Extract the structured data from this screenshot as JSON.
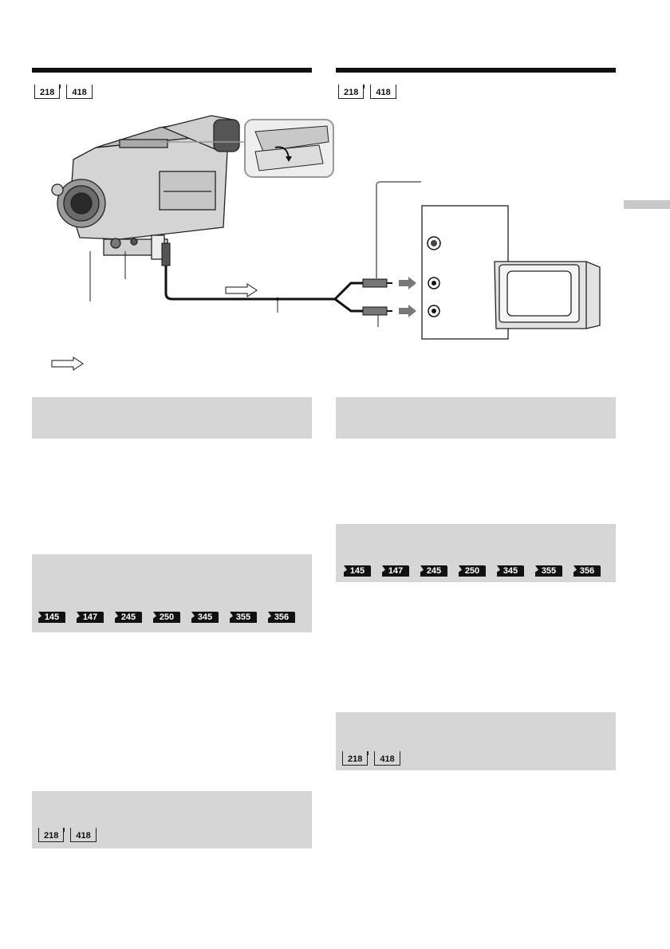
{
  "header_badges": {
    "left": [
      "218",
      "418"
    ],
    "right": [
      "218",
      "418"
    ]
  },
  "function_badges": [
    "145",
    "147",
    "245",
    "250",
    "345",
    "355",
    "356"
  ],
  "section_badges": [
    "218",
    "418"
  ],
  "icons": {
    "camcorder": "camcorder-illustration",
    "tv": "television-icon",
    "jack_panel": "input-jack-panel",
    "signal_arrow": "signal-flow-arrow"
  },
  "colors": {
    "rule": "#111111",
    "box": "#d6d6d6",
    "tab": "#c8c8c8"
  }
}
